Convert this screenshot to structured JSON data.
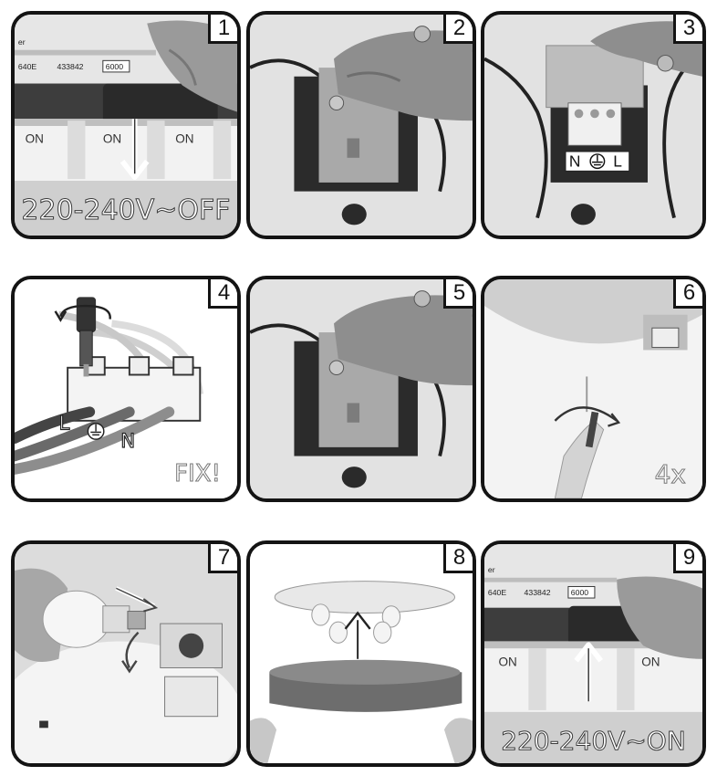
{
  "steps": [
    {
      "number": "1",
      "caption": "220-240V~OFF",
      "breaker_labels": [
        "ON",
        "ON",
        "ON"
      ],
      "breaker_model": "640E",
      "breaker_code": "433842",
      "breaker_rating": "6000"
    },
    {
      "number": "2"
    },
    {
      "number": "3",
      "terminal_labels": [
        "N",
        "L"
      ]
    },
    {
      "number": "4",
      "wire_labels": [
        "L",
        "N"
      ],
      "caption": "FIX!"
    },
    {
      "number": "5"
    },
    {
      "number": "6",
      "caption": "4x"
    },
    {
      "number": "7"
    },
    {
      "number": "8"
    },
    {
      "number": "9",
      "caption": "220-240V~ON",
      "breaker_labels": [
        "ON",
        "ON"
      ],
      "breaker_model": "640E",
      "breaker_code": "433842",
      "breaker_rating": "6000"
    }
  ],
  "colors": {
    "frame": "#141414",
    "photo_bg": "#d9d9d9",
    "dark_wire": "#222222"
  }
}
